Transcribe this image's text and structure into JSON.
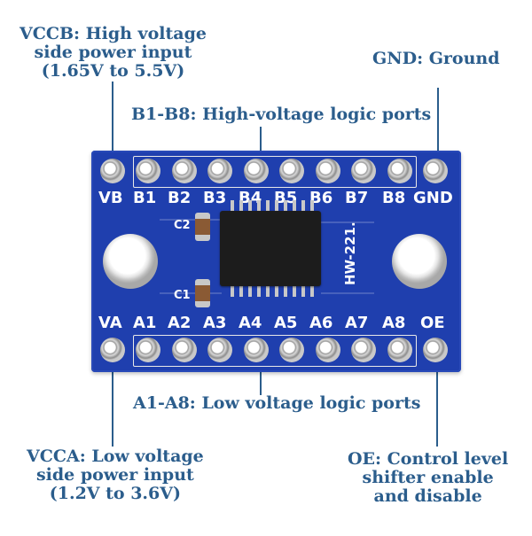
{
  "callouts": {
    "vccb": [
      "VCCB: High voltage",
      "side power input",
      "(1.65V to 5.5V)"
    ],
    "gnd": "GND: Ground",
    "b_ports": "B1-B8: High-voltage logic ports",
    "a_ports": "A1-A8: Low voltage logic ports",
    "vcca": [
      "VCCA: Low voltage",
      "side power input",
      "(1.2V to 3.6V)"
    ],
    "oe": [
      "OE: Control level",
      "shifter enable",
      "and disable"
    ]
  },
  "board": {
    "top_pins": [
      "VB",
      "B1",
      "B2",
      "B3",
      "B4",
      "B5",
      "B6",
      "B7",
      "B8",
      "GND"
    ],
    "bottom_pins": [
      "VA",
      "A1",
      "A2",
      "A3",
      "A4",
      "A5",
      "A6",
      "A7",
      "A8",
      "OE"
    ],
    "silk_c2": "C2",
    "silk_c1": "C1",
    "model": "HW-221."
  },
  "colors": {
    "callout": "#2b5d8c",
    "pcb": "#1f3fae"
  }
}
